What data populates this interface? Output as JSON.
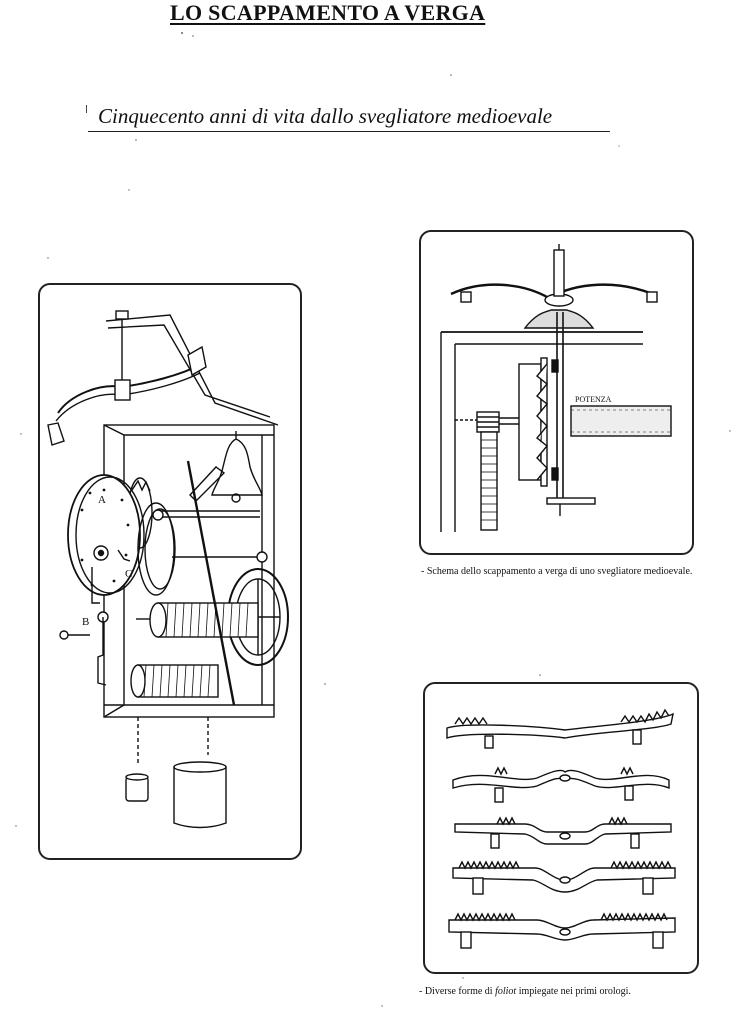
{
  "title": "LO SCAPPAMENTO A VERGA",
  "subtitle": "Cinquecento anni di vita dallo svegliatore medioevale",
  "figures": {
    "clock": {
      "labels": {
        "a": "A",
        "b": "B",
        "c": "C"
      }
    },
    "escapement": {
      "label_potenza": "POTENZA",
      "caption": "- Schema dello scappamento a verga di uno svegliatore medioevale."
    },
    "foliots": {
      "caption_before": "- Diverse forme di ",
      "caption_italic": "foliot",
      "caption_after": " impiegate nei primi orologi."
    }
  }
}
